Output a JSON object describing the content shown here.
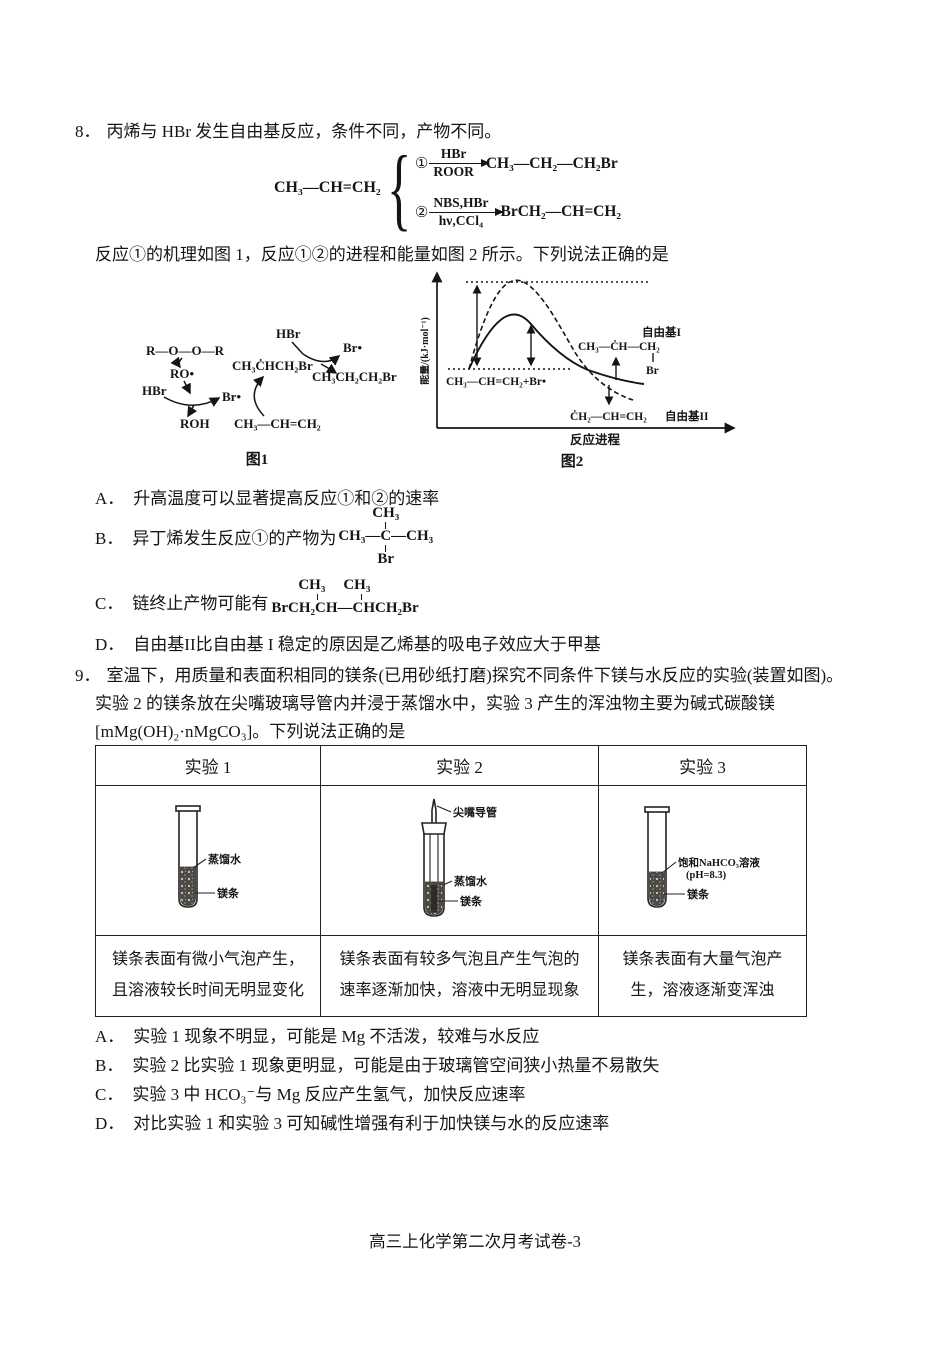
{
  "page": {
    "footer": "高三上化学第二次月考试卷-3"
  },
  "q8": {
    "number": "8．",
    "stem": "丙烯与 HBr 发生自由基反应，条件不同，产物不同。",
    "scheme": {
      "reactant": "CH₃—CH=CH₂",
      "brace": "{",
      "paths": [
        {
          "num": "①",
          "above": "HBr",
          "below": "ROOR",
          "product": "CH₃—CH₂—CH₂Br"
        },
        {
          "num": "②",
          "above": "NBS,HBr",
          "below": "hν,CCl₄",
          "product": "BrCH₂—CH=CH₂"
        }
      ]
    },
    "intro": "反应①的机理如图 1，反应①②的进程和能量如图 2 所示。下列说法正确的是",
    "fig1": {
      "caption": "图1",
      "roor": "R—O—O—R",
      "ro": "RO•",
      "hbr_left": "HBr",
      "br_left": "Br•",
      "roh": "ROH",
      "propene": "CH₃—CH=CH₂",
      "radical": "CH₃ĊHCH₂Br",
      "hbr_top": "HBr",
      "br_right": "Br•",
      "product": "CH₃CH₂CH₂Br"
    },
    "fig2": {
      "caption": "图2",
      "ylabel": "能量/(kJ·mol⁻¹)",
      "xlabel": "反应进程",
      "start_species": "CH₃—CH=CH₂+Br•",
      "radical1": "CH₃—ĊH—CH₂",
      "radical1_sub": "Br",
      "radical1_name": "自由基I",
      "radical2": "ĊH₂—CH=CH₂",
      "radical2_name": "自由基II"
    },
    "options": {
      "a_label": "A．",
      "a_text": "升高温度可以显著提高反应①和②的速率",
      "b_label": "B．",
      "b_text": "异丁烯发生反应①的产物为",
      "b_struct": {
        "top": "CH₃",
        "mid": "CH₃—C—CH₃",
        "bottom": "Br"
      },
      "c_label": "C．",
      "c_text": "链终止产物可能有",
      "c_struct": {
        "top1": "CH₃",
        "top2": "CH₃",
        "formula": "BrCH₂CH—CHCH₂Br"
      },
      "d_label": "D．",
      "d_text": "自由基II比自由基 I 稳定的原因是乙烯基的吸电子效应大于甲基"
    }
  },
  "q9": {
    "number": "9．",
    "stem_line1": "室温下，用质量和表面积相同的镁条(已用砂纸打磨)探究不同条件下镁与水反应的实验(装置如图)。",
    "stem_line2": "实验 2 的镁条放在尖嘴玻璃导管内并浸于蒸馏水中，实验 3 产生的浑浊物主要为碱式碳酸镁",
    "stem_line3": "[mMg(OH)₂·nMgCO₃]。下列说法正确的是",
    "table": {
      "headers": [
        "实验 1",
        "实验 2",
        "实验 3"
      ],
      "tube1": {
        "water": "蒸馏水",
        "mg": "镁条"
      },
      "tube2": {
        "pipe": "尖嘴导管",
        "water": "蒸馏水",
        "mg": "镁条"
      },
      "tube3": {
        "solution": "饱和NaHCO₃溶液",
        "ph": "(pH=8.3)",
        "mg": "镁条"
      },
      "results": [
        [
          "镁条表面有微小气泡产生，",
          "且溶液较长时间无明显变化"
        ],
        [
          "镁条表面有较多气泡且产生气泡的",
          "速率逐渐加快，溶液中无明显现象"
        ],
        [
          "镁条表面有大量气泡产",
          "生，溶液逐渐变浑浊"
        ]
      ]
    },
    "options": {
      "a_label": "A．",
      "a_text": "实验 1 现象不明显，可能是 Mg 不活泼，较难与水反应",
      "b_label": "B．",
      "b_text": "实验 2 比实验 1 现象更明显，可能是由于玻璃管空间狭小热量不易散失",
      "c_label": "C．",
      "c_text": "实验 3 中 HCO₃⁻与 Mg 反应产生氢气，加快反应速率",
      "d_label": "D．",
      "d_text": "对比实验 1 和实验 3 可知碱性增强有利于加快镁与水的反应速率"
    }
  }
}
